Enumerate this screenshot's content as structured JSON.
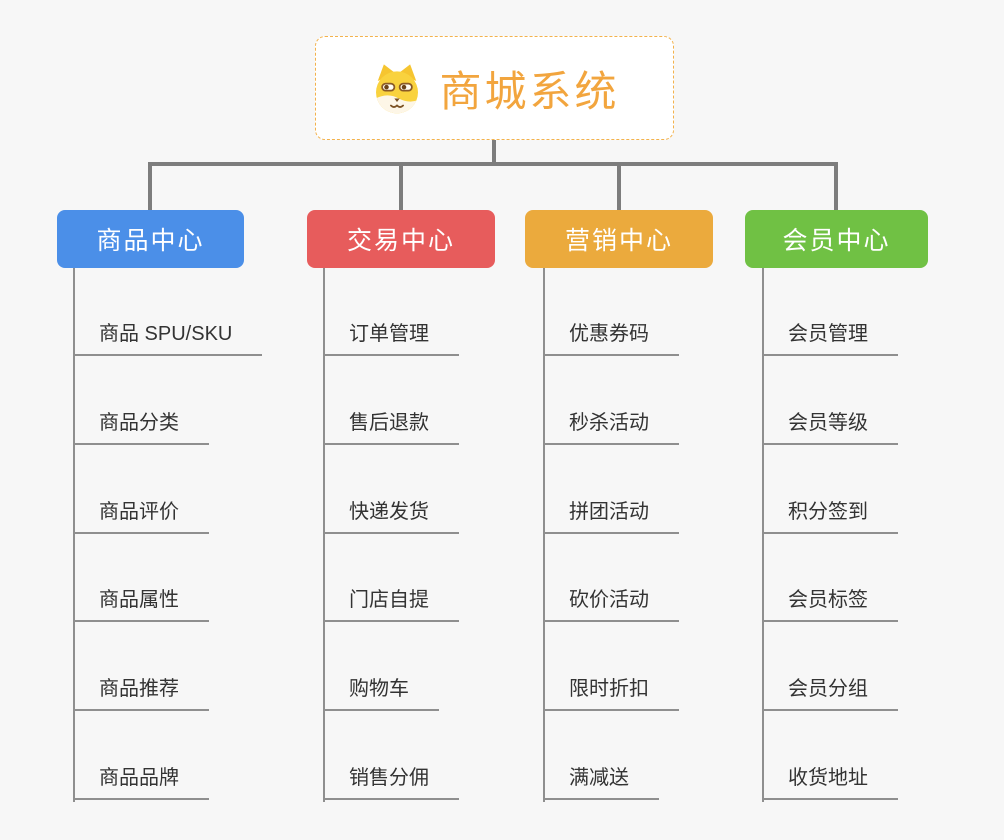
{
  "page": {
    "background": "#f7f7f7"
  },
  "root": {
    "title": "商城系统",
    "icon": "dog-face-icon",
    "title_color": "#f2a53e",
    "border_color": "#f3b24c"
  },
  "connector_color": "#7d7d7d",
  "leaf_line_color": "#8f8f8f",
  "branches": [
    {
      "label": "商品中心",
      "color": "#4b8fe8",
      "items": [
        "商品 SPU/SKU",
        "商品分类",
        "商品评价",
        "商品属性",
        "商品推荐",
        "商品品牌"
      ]
    },
    {
      "label": "交易中心",
      "color": "#e75c5c",
      "items": [
        "订单管理",
        "售后退款",
        "快递发货",
        "门店自提",
        "购物车",
        "销售分佣"
      ]
    },
    {
      "label": "营销中心",
      "color": "#ebaa3d",
      "items": [
        "优惠券码",
        "秒杀活动",
        "拼团活动",
        "砍价活动",
        "限时折扣",
        "满减送"
      ]
    },
    {
      "label": "会员中心",
      "color": "#70c144",
      "items": [
        "会员管理",
        "会员等级",
        "积分签到",
        "会员标签",
        "会员分组",
        "收货地址"
      ]
    }
  ]
}
